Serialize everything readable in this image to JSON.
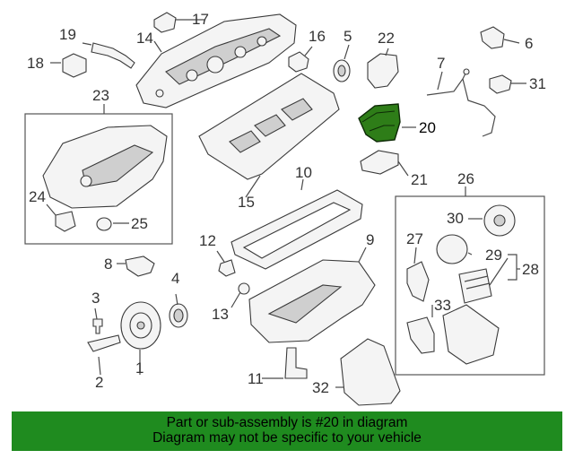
{
  "callouts": {
    "c1": "1",
    "c2": "2",
    "c3": "3",
    "c4": "4",
    "c5": "5",
    "c6": "6",
    "c7": "7",
    "c8": "8",
    "c9": "9",
    "c10": "10",
    "c11": "11",
    "c12": "12",
    "c13": "13",
    "c14": "14",
    "c15": "15",
    "c16": "16",
    "c17": "17",
    "c18": "18",
    "c19": "19",
    "c20": "20",
    "c21": "21",
    "c22": "22",
    "c23": "23",
    "c24": "24",
    "c25": "25",
    "c26": "26",
    "c27": "27",
    "c28": "28",
    "c29": "29",
    "c30": "30",
    "c31": "31",
    "c32": "32",
    "c33": "33"
  },
  "highlight": {
    "part_number": "20",
    "color": "#2e7d18"
  },
  "footer": {
    "line1": "Part or sub-assembly is #20 in diagram",
    "line2": "Diagram may not be specific to your vehicle",
    "background": "#1f8b1f"
  }
}
